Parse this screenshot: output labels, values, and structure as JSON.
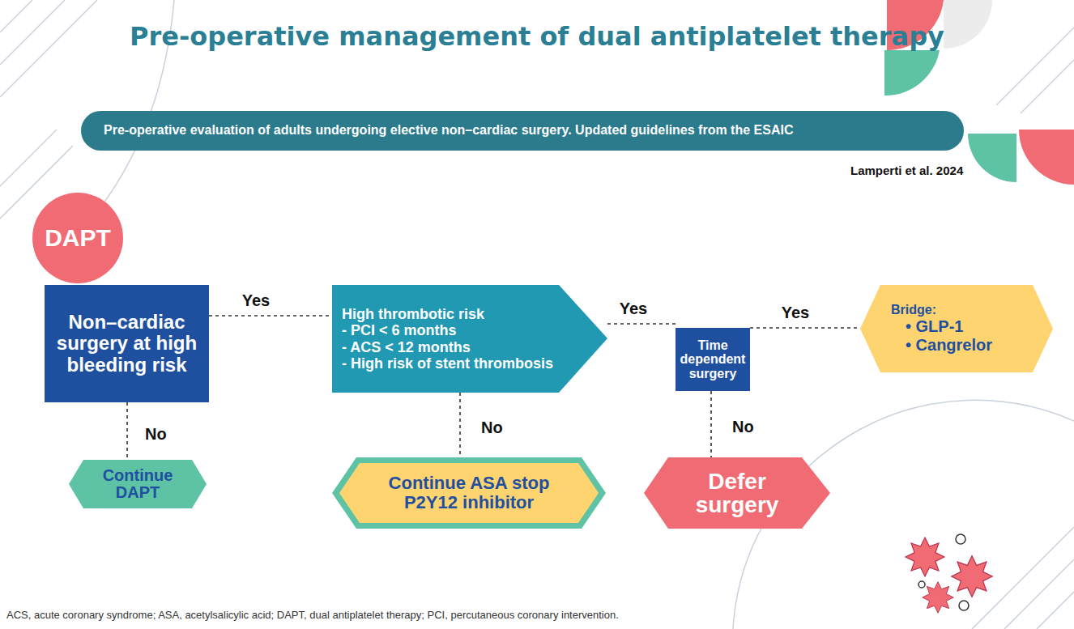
{
  "diagram": {
    "title": "Pre-operative management of dual antiplatelet therapy",
    "caption": "ACS, acute coronary syndrome; ASA, acetylsalicylic acid; DAPT, dual antiplatelet therapy; PCI, percutaneous coronary intervention.",
    "nodes": [
      {
        "text": [
          "Pre-operative evaluation of adults undergoing elective non–cardiac surgery. Updated guidelines from the ESAIC"
        ]
      },
      {
        "text": [
          "DAPT"
        ]
      },
      {
        "text": [
          "Non–cardiac surgery at high bleeding risk"
        ]
      },
      {
        "text": [
          "High thrombotic risk",
          "- PCI < 6 months",
          "- ACS < 12 months",
          "- High risk of stent thrombosis"
        ]
      },
      {
        "text": [
          "Time dependent surgery"
        ]
      },
      {
        "text": [
          "Bridge:",
          "• GLP-1",
          "• Cangrelor"
        ]
      },
      {
        "text": [
          "Continue DAPT"
        ]
      },
      {
        "text": [
          "Continue ASA stop P2Y12 inhibitor"
        ]
      },
      {
        "text": [
          "Defer surgery"
        ]
      }
    ],
    "edges": [
      {
        "from": 2,
        "to": 3,
        "label": "Yes",
        "arrow": "none"
      },
      {
        "from": 2,
        "to": 6,
        "label": "No",
        "arrow": "none"
      },
      {
        "from": 3,
        "to": 4,
        "label": "Yes",
        "arrow": "none"
      },
      {
        "from": 3,
        "to": 7,
        "label": "No",
        "arrow": "none"
      },
      {
        "from": 4,
        "to": 5,
        "label": "Yes",
        "arrow": "none"
      },
      {
        "from": 4,
        "to": 8,
        "label": "No",
        "arrow": "none"
      }
    ],
    "labels": [
      "Lamperti et al. 2024"
    ]
  }
}
